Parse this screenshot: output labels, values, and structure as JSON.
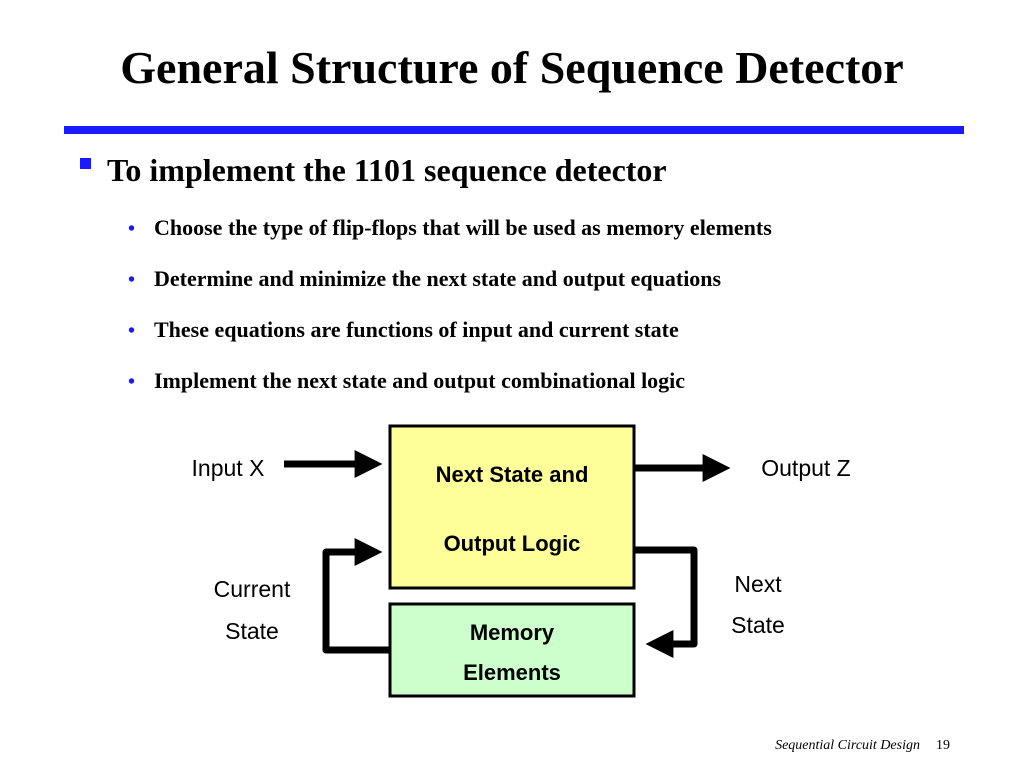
{
  "slide": {
    "title": "General Structure of Sequence Detector",
    "bullet": "To implement the 1101 sequence detector",
    "sub_bullets": [
      "Choose the type of flip-flops that will be used as memory elements",
      "Determine and minimize the next state and output equations",
      "These equations are functions of input and current state",
      "Implement the next state and output combinational logic"
    ]
  },
  "diagram": {
    "logic_block_line1": "Next State and",
    "logic_block_line2": "Output Logic",
    "memory_block_line1": "Memory",
    "memory_block_line2": "Elements",
    "input_label": "Input X",
    "output_label": "Output Z",
    "current_state_line1": "Current",
    "current_state_line2": "State",
    "next_state_line1": "Next",
    "next_state_line2": "State",
    "colors": {
      "logic_fill": "#ffff99",
      "memory_fill": "#ccffcc",
      "accent": "#1a1aff"
    }
  },
  "footer": {
    "text": "Sequential Circuit Design",
    "page_number": "19"
  }
}
